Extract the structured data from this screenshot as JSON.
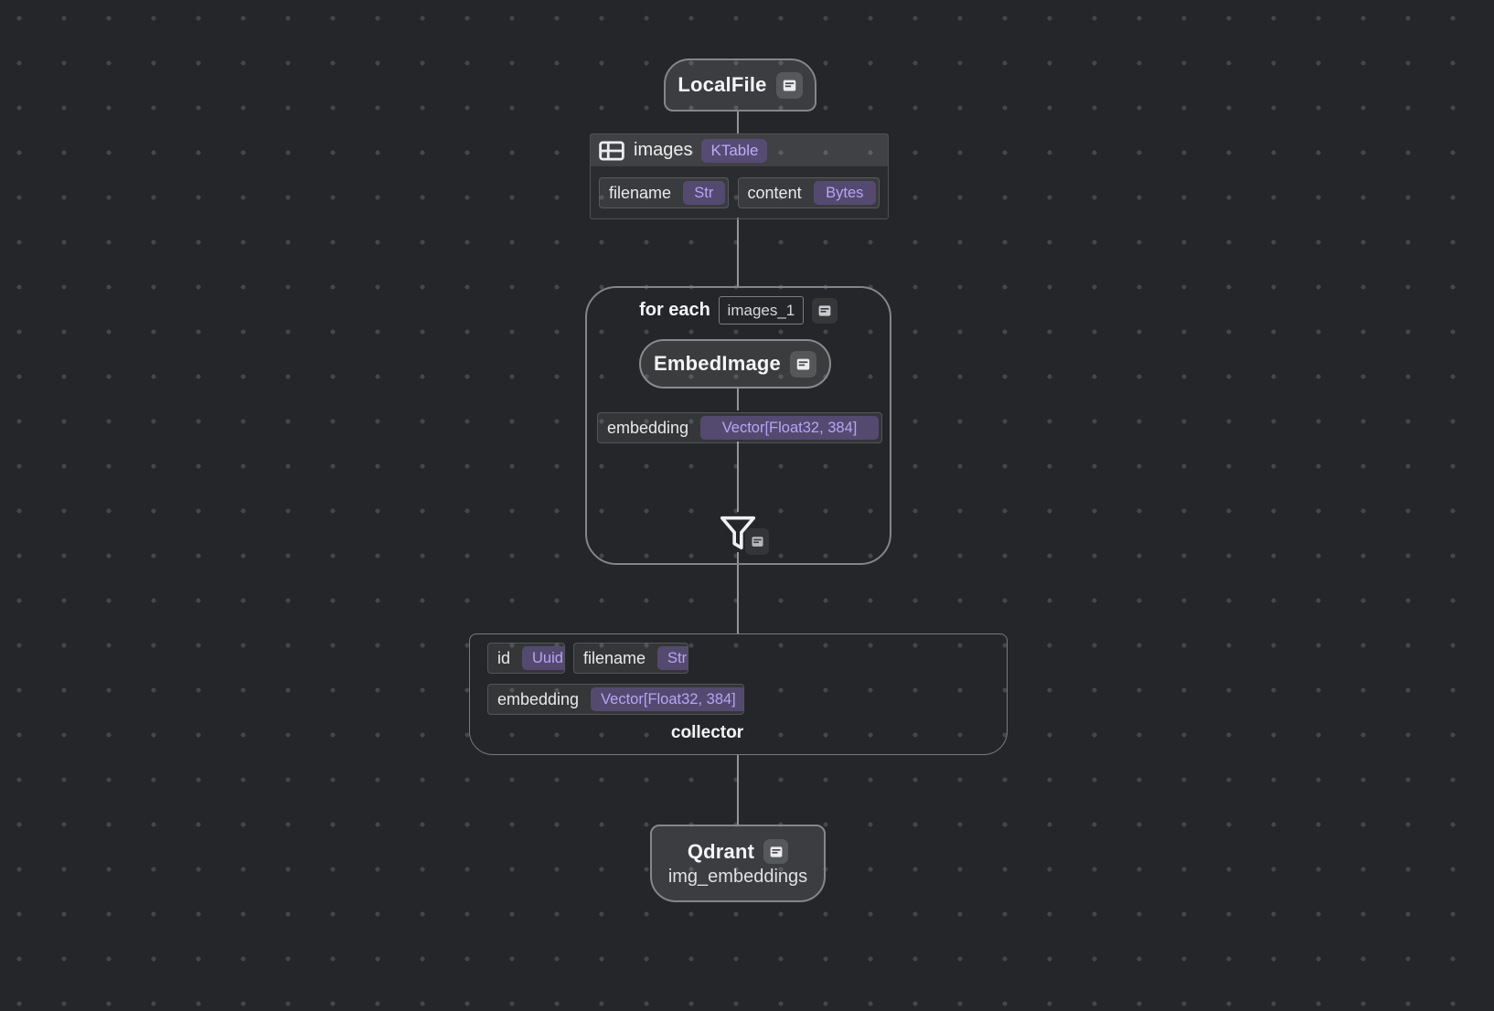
{
  "diagram": {
    "source_node": {
      "title": "LocalFile"
    },
    "images_table": {
      "title": "images",
      "kind_badge": "KTable",
      "fields": [
        {
          "name": "filename",
          "type": "Str"
        },
        {
          "name": "content",
          "type": "Bytes"
        }
      ]
    },
    "foreach_group": {
      "label": "for each",
      "scope_name": "images_1",
      "transform": {
        "title": "EmbedImage"
      },
      "output_field": {
        "name": "embedding",
        "type": "Vector[Float32, 384]"
      }
    },
    "collector": {
      "label": "collector",
      "fields": [
        {
          "name": "id",
          "type": "Uuid"
        },
        {
          "name": "filename",
          "type": "Str"
        },
        {
          "name": "embedding",
          "type": "Vector[Float32, 384]"
        }
      ]
    },
    "target_node": {
      "title": "Qdrant",
      "subtitle": "img_embeddings"
    }
  },
  "colors": {
    "canvas_bg": "#252629",
    "grid_dot": "#45464b",
    "edge": "#94959a",
    "node_border": "#85868b",
    "badge_purple_bg": "#544a70",
    "badge_purple_text": "#b7a5f3",
    "ktable_badge_bg": "#564c73",
    "ktable_badge_text": "#bcabf7"
  }
}
